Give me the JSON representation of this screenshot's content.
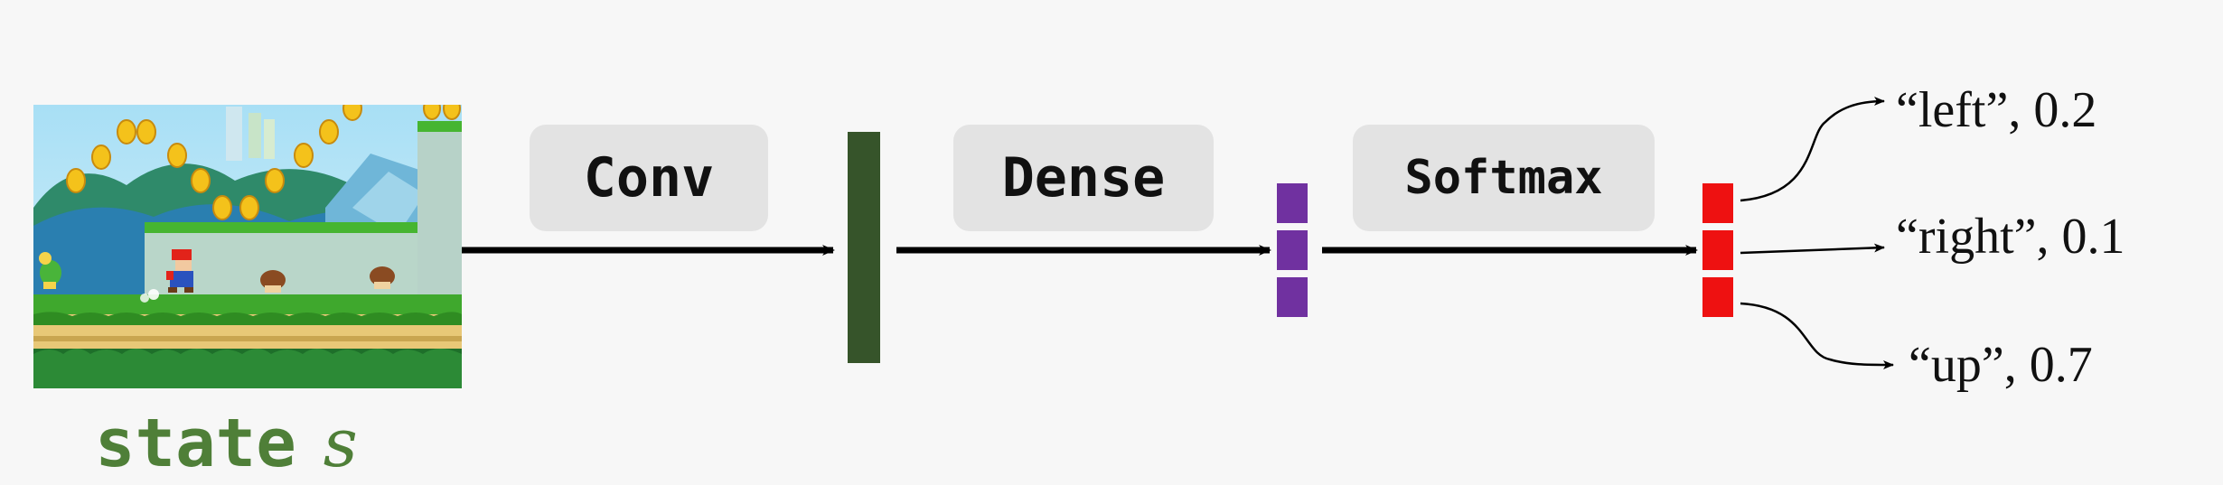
{
  "layers": {
    "conv": "Conv",
    "dense": "Dense",
    "softmax": "Softmax"
  },
  "state_caption": {
    "word": "state",
    "symbol": "s"
  },
  "actions": [
    {
      "label": "“left”, 0.2",
      "probability": 0.2
    },
    {
      "label": "“right”, 0.1",
      "probability": 0.1
    },
    {
      "label": "“up”, 0.7",
      "probability": 0.7
    }
  ],
  "colors": {
    "background": "#f7f7f7",
    "layer_box": "#e3e3e3",
    "conv_output": "#36542a",
    "dense_output": "#7031a0",
    "softmax_output": "#ee1111",
    "state_caption": "#4f7f38",
    "arrow": "#000000"
  },
  "game_frame_icon": "mario-game-frame"
}
